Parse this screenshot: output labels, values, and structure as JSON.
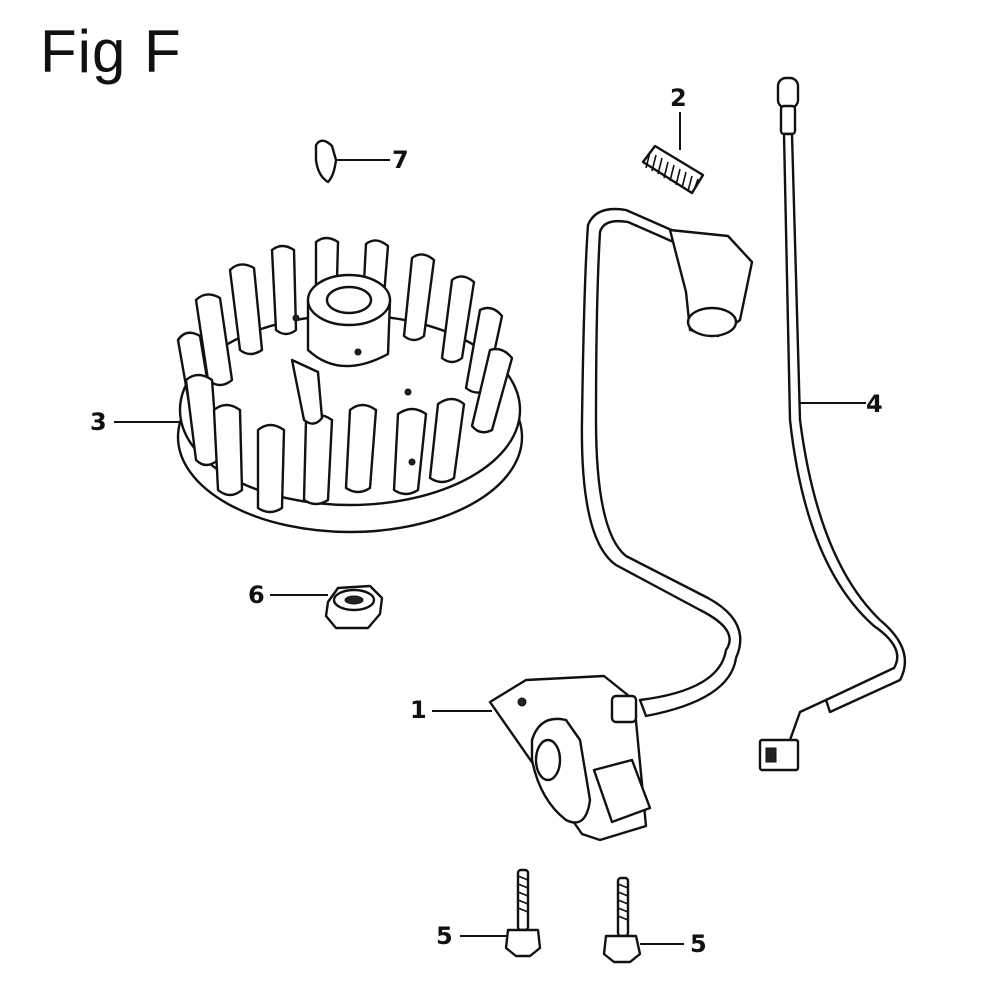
{
  "figure": {
    "title": "Fig F"
  },
  "callouts": [
    {
      "id": "c1",
      "label": "1"
    },
    {
      "id": "c2",
      "label": "2"
    },
    {
      "id": "c3",
      "label": "3"
    },
    {
      "id": "c4",
      "label": "4"
    },
    {
      "id": "c5a",
      "label": "5"
    },
    {
      "id": "c5b",
      "label": "5"
    },
    {
      "id": "c6",
      "label": "6"
    },
    {
      "id": "c7",
      "label": "7"
    }
  ]
}
